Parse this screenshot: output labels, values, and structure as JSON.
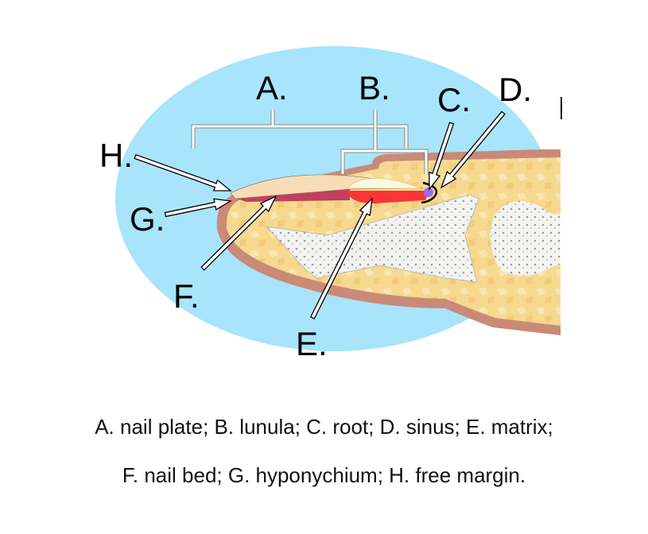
{
  "labels": {
    "A": "A.",
    "B": "B.",
    "C": "C.",
    "D": "D.",
    "E": "E.",
    "F": "F.",
    "G": "G.",
    "H": "H."
  },
  "caption": {
    "line1": "A. nail plate; B. lunula; C. root; D. sinus; E. matrix;",
    "line2": "F. nail bed; G. hyponychium; H. free margin."
  },
  "colors": {
    "background": "#a8e4fb",
    "skin_outline": "#c98a78",
    "flesh": "#f6d98f",
    "bone": "#f2f2f0",
    "nail_plate": "#f7dcb5",
    "nail_bed": "#c0405e",
    "matrix": "#fb3535",
    "lunula": "#fbf8e2",
    "root": "#9b6cf0"
  }
}
